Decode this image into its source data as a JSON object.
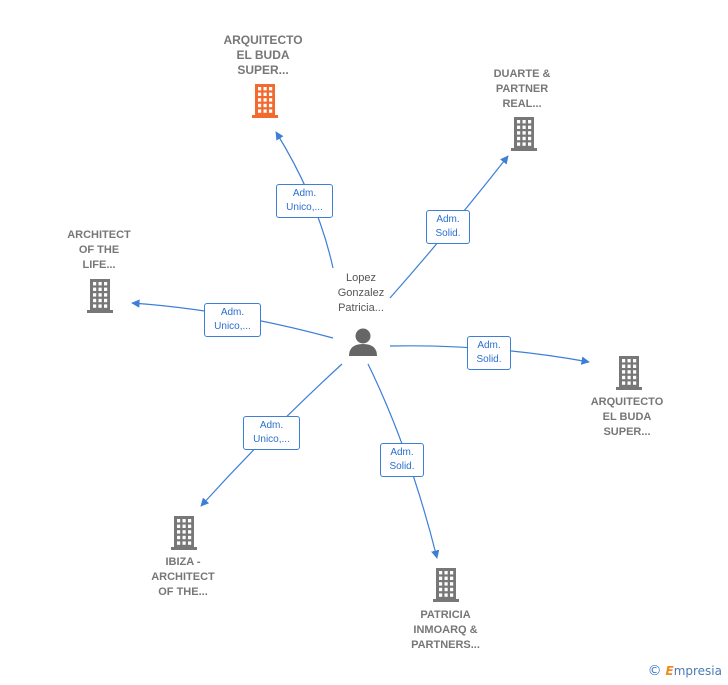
{
  "center": {
    "label": [
      "Lopez",
      "Gonzalez",
      "Patricia..."
    ],
    "icon": "person-icon"
  },
  "companies": [
    {
      "id": "c1",
      "label": [
        "ARQUITECTO",
        "EL BUDA",
        "SUPER..."
      ],
      "highlight": true,
      "icon": "building-icon"
    },
    {
      "id": "c2",
      "label": [
        "DUARTE &",
        "PARTNER",
        "REAL..."
      ],
      "highlight": false,
      "icon": "building-icon"
    },
    {
      "id": "c3",
      "label": [
        "ARCHITECT",
        "OF THE",
        "LIFE..."
      ],
      "highlight": false,
      "icon": "building-icon"
    },
    {
      "id": "c4",
      "label": [
        "ARQUITECTO",
        "EL BUDA",
        "SUPER..."
      ],
      "highlight": false,
      "icon": "building-icon"
    },
    {
      "id": "c5",
      "label": [
        "IBIZA -",
        "ARCHITECT",
        "OF THE..."
      ],
      "highlight": false,
      "icon": "building-icon"
    },
    {
      "id": "c6",
      "label": [
        "PATRICIA",
        "INMOARQ &",
        "PARTNERS..."
      ],
      "highlight": false,
      "icon": "building-icon"
    }
  ],
  "edges": [
    {
      "to": "c1",
      "label": [
        "Adm.",
        "Unico,..."
      ]
    },
    {
      "to": "c2",
      "label": [
        "Adm.",
        "Solid."
      ]
    },
    {
      "to": "c3",
      "label": [
        "Adm.",
        "Unico,..."
      ]
    },
    {
      "to": "c4",
      "label": [
        "Adm.",
        "Solid."
      ]
    },
    {
      "to": "c5",
      "label": [
        "Adm.",
        "Unico,..."
      ]
    },
    {
      "to": "c6",
      "label": [
        "Adm.",
        "Solid."
      ]
    }
  ],
  "colors": {
    "edge": "#3d7fd6",
    "building": "#777777",
    "highlight": "#f26a2e",
    "person": "#666666"
  },
  "watermark": {
    "symbol": "©",
    "brand_initial": "E",
    "brand_rest": "mpresia"
  }
}
